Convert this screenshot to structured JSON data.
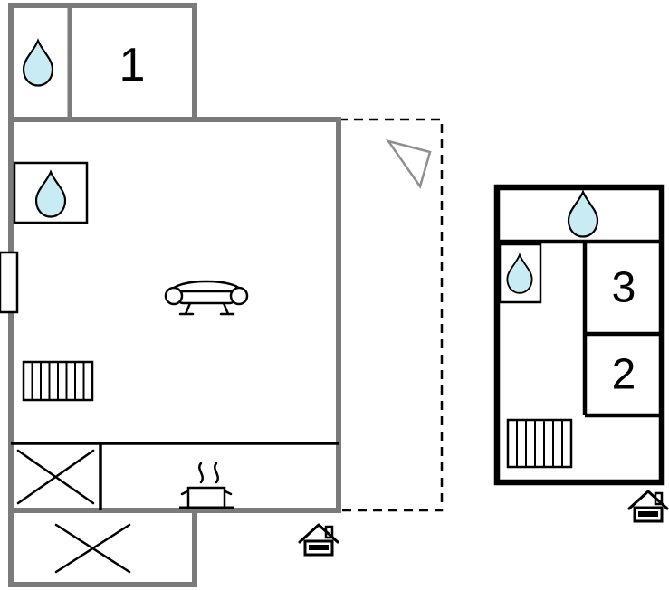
{
  "plan": {
    "type": "floor-plan",
    "rooms": {
      "room1": "1",
      "room2": "2",
      "room3": "3"
    },
    "colors": {
      "wall_gray": "#7b7b7b",
      "wall_black": "#000000",
      "terrace_fill": "#e1e1e1",
      "water_fill": "#c9ecf4",
      "triangle_stroke": "#8f8f8f"
    },
    "icons": {
      "water_drop": "water-drop-icon",
      "sofa": "sofa-icon",
      "radiator": "radiator-icon",
      "stove": "stove-steam-icon",
      "entrance": "entrance-house-icon",
      "window": "window-icon",
      "cross": "cross-marker-icon",
      "triangle": "direction-triangle-icon"
    }
  }
}
